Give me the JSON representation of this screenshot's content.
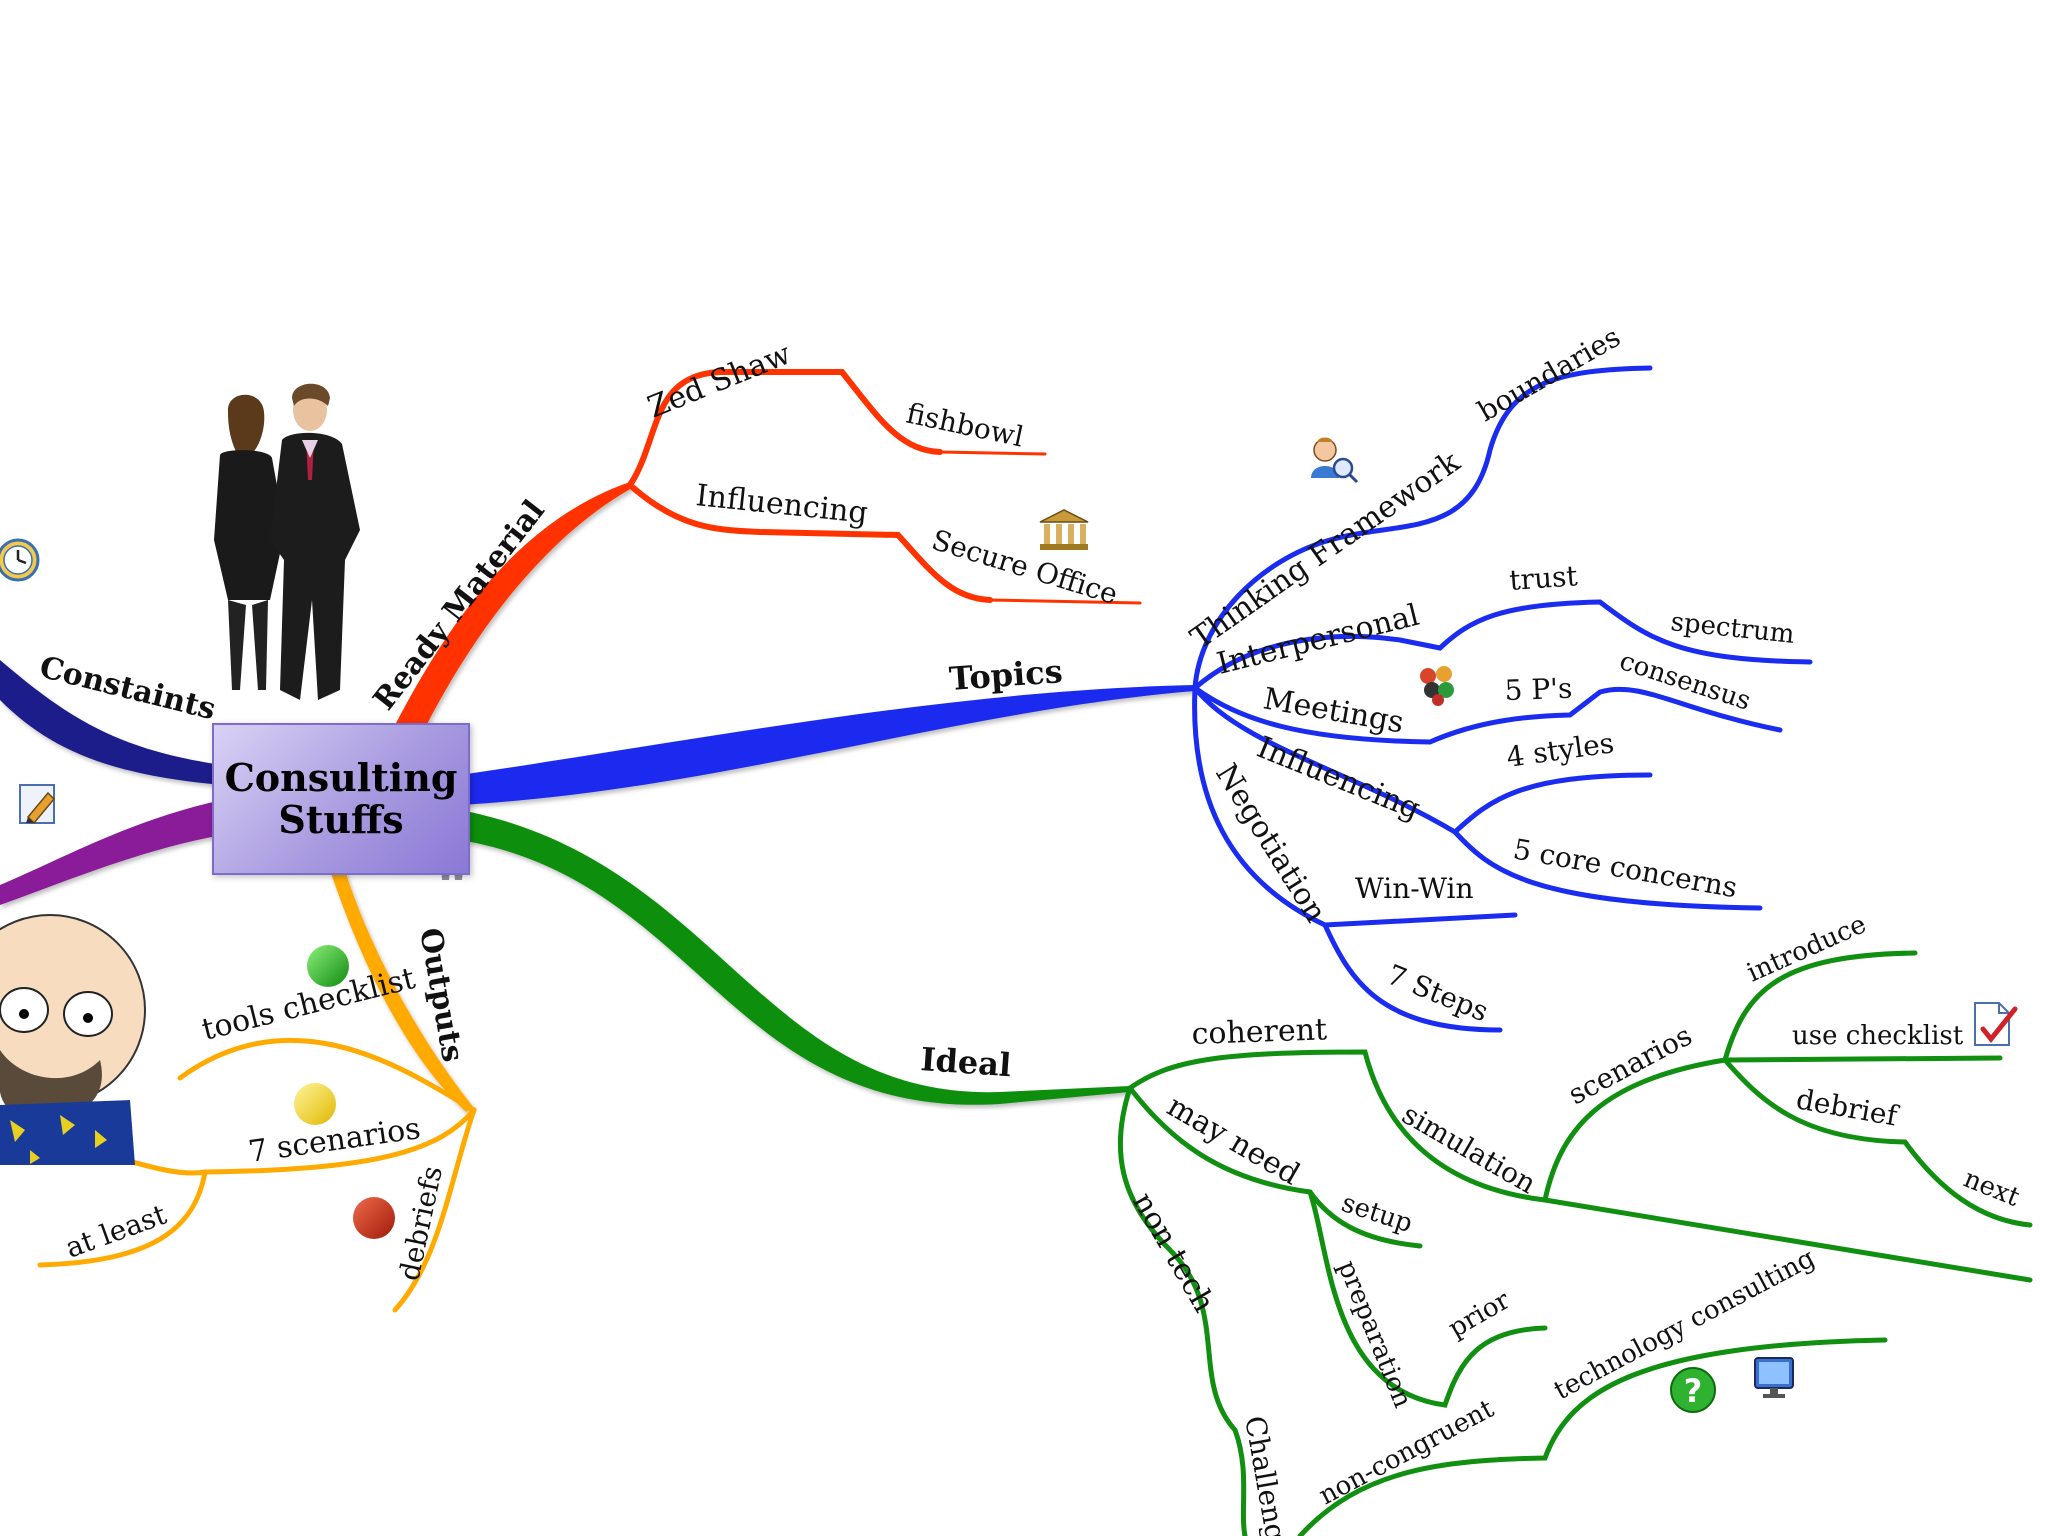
{
  "central": {
    "line1": "Consulting",
    "line2": "Stuffs"
  },
  "branches": {
    "constaints": "Constaints",
    "ready_material": "Ready Material",
    "topics": "Topics",
    "ideal": "Ideal",
    "outputs": "Outputs"
  },
  "ready_material": {
    "zed_shaw": "Zed Shaw",
    "fishbowl": "fishbowl",
    "influencing": "Influencing",
    "secure_office": "Secure Office"
  },
  "topics": {
    "thinking_framework": "Thinking Framework",
    "boundaries": "boundaries",
    "interpersonal": "Interpersonal",
    "trust": "trust",
    "spectrum": "spectrum",
    "meetings": "Meetings",
    "five_ps": "5 P's",
    "consensus": "consensus",
    "influencing": "Influencing",
    "four_styles": "4 styles",
    "core_concerns": "5 core concerns",
    "negotiation": "Negotiation",
    "win_win": "Win-Win",
    "seven_steps": "7 Steps"
  },
  "ideal": {
    "coherent": "coherent",
    "simulation": "simulation",
    "scenarios": "scenarios",
    "introduce": "introduce",
    "use_checklist": "use checklist",
    "debrief": "debrief",
    "next": "next",
    "may_need": "may need",
    "setup": "setup",
    "preparation": "preparation",
    "prior": "prior",
    "non_tech": "non tech",
    "challenge": "Challeng",
    "non_congruent": "non-congruent",
    "technology_consulting": "technology consulting"
  },
  "outputs": {
    "tools_checklist": "tools checklist",
    "seven_scenarios": "7 scenarios",
    "at_least": "at least",
    "debriefs": "debriefs"
  },
  "colors": {
    "ready_material": "#ff3300",
    "topics": "#1a2cf0",
    "ideal": "#118f11",
    "outputs": "#ffaa00",
    "constaints": "#1a1a8a",
    "purple": "#8a1a9a"
  },
  "icons": [
    "clock-icon",
    "pencil-icon",
    "business-people-image",
    "cartoon-character-image",
    "green-dot-icon",
    "yellow-dot-icon",
    "red-dot-icon",
    "user-search-icon",
    "bank-icon",
    "meeting-people-icon",
    "checklist-icon",
    "help-icon",
    "monitor-icon",
    "presenter-silhouette-image"
  ]
}
